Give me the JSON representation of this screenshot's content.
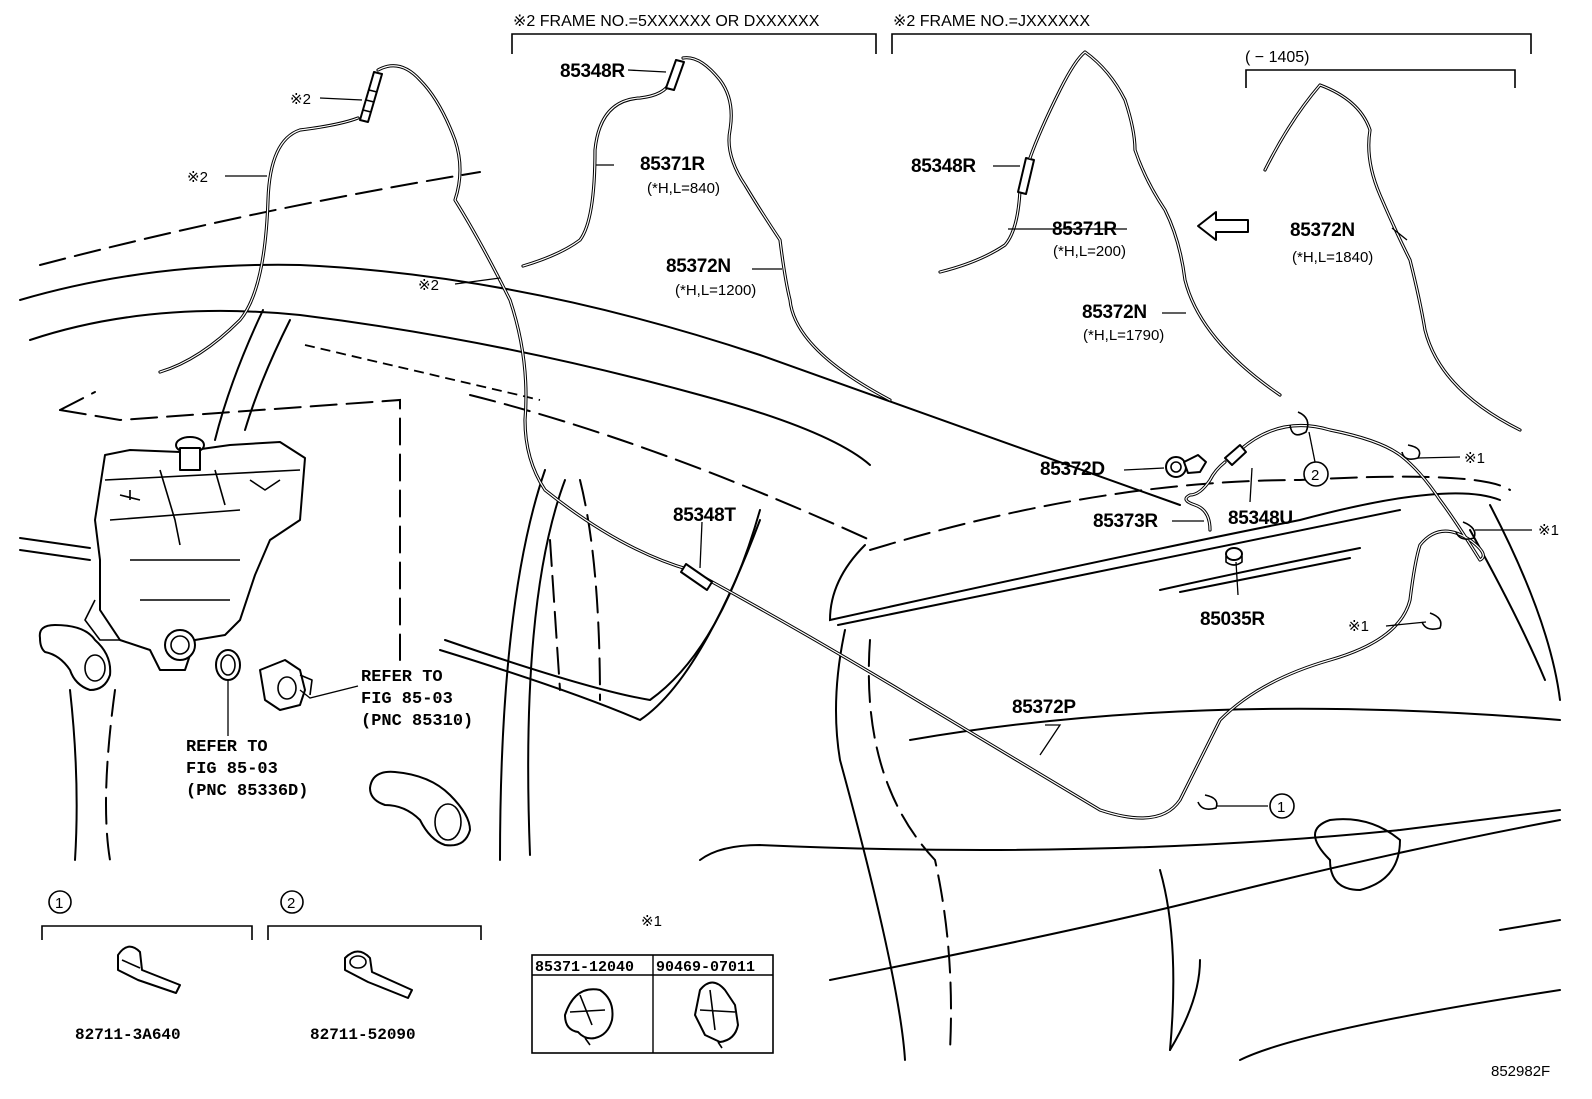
{
  "headers": {
    "frame_5": "※2 FRAME NO.=5XXXXXX OR DXXXXXX",
    "frame_j": "※2 FRAME NO.=JXXXXXX",
    "date_range": "(    − 1405)"
  },
  "labels": {
    "ref2_top": "※2",
    "ref2_left": "※2",
    "ref2_mid": "※2",
    "p85348R_a": "85348R",
    "p85371R_a": "85371R",
    "p85371R_a_spec": "(*H,L=840)",
    "p85372N_a": "85372N",
    "p85372N_a_spec": "(*H,L=1200)",
    "p85348R_b": "85348R",
    "p85371R_b": "85371R",
    "p85371R_b_spec": "(*H,L=200)",
    "p85372N_b": "85372N",
    "p85372N_b_spec": "(*H,L=1790)",
    "p85372N_c": "85372N",
    "p85372N_c_spec": "(*H,L=1840)",
    "p85348T": "85348T",
    "p85372D": "85372D",
    "p85373R": "85373R",
    "p85348U": "85348U",
    "p85035R": "85035R",
    "p85372P": "85372P",
    "ref1_a": "※1",
    "ref1_b": "※1",
    "ref1_c": "※1",
    "callout_1": "1",
    "callout_2": "2",
    "refer_1_line1": "REFER TO",
    "refer_1_line2": "FIG 85-03",
    "refer_1_line3": "(PNC 85310)",
    "refer_2_line1": "REFER TO",
    "refer_2_line2": "FIG 85-03",
    "refer_2_line3": "(PNC 85336D)"
  },
  "detail_boxes": {
    "box1_index": "1",
    "box1_part": "82711-3A640",
    "box2_index": "2",
    "box2_part": "82711-52090",
    "box3_marker": "※1",
    "box3_col1": "85371-12040",
    "box3_col2": "90469-07011"
  },
  "figure_id": "852982F"
}
